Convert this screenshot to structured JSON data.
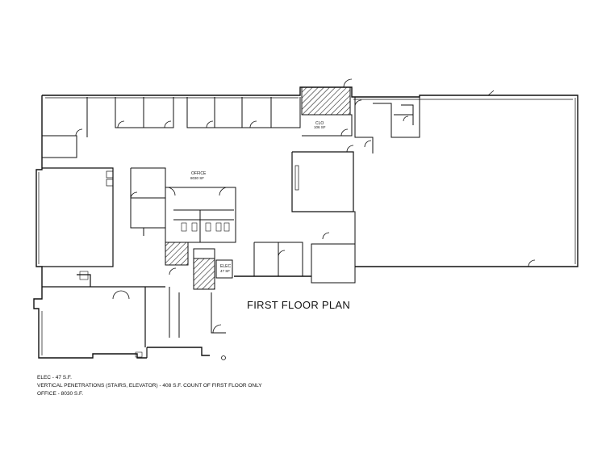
{
  "plan": {
    "title": "FIRST FLOOR PLAN",
    "rooms": {
      "office_name": "OFFICE",
      "office_area": "8030 SF",
      "clo_name": "CLO",
      "clo_area": "106 SF",
      "elec_name": "ELEC",
      "elec_area": "47 SF"
    },
    "notes": [
      "ELEC - 47 S.F.",
      "VERTICAL PENETRATIONS (STAIRS, ELEVATOR) -  408 S.F.  COUNT OF FIRST FLOOR ONLY",
      "OFFICE - 8030 S.F."
    ]
  }
}
